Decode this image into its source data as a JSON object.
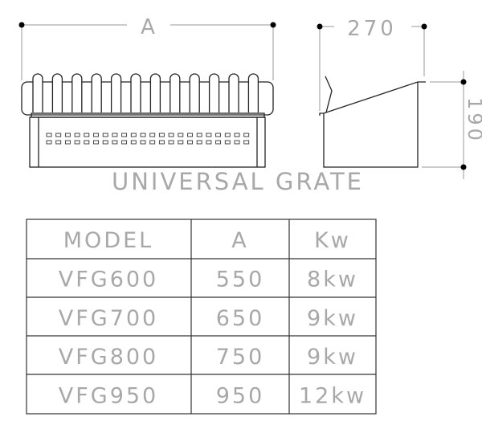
{
  "drawing": {
    "dim_width_label": "A",
    "dim_depth_label": "270",
    "dim_height_label": "190",
    "title": "UNIVERSAL GRATE"
  },
  "table": {
    "headers": [
      "MODEL",
      "A",
      "Kw"
    ],
    "rows": [
      [
        "VFG600",
        "550",
        "8kw"
      ],
      [
        "VFG700",
        "650",
        "9kw"
      ],
      [
        "VFG800",
        "750",
        "9kw"
      ],
      [
        "VFG950",
        "950",
        "12kw"
      ]
    ]
  }
}
